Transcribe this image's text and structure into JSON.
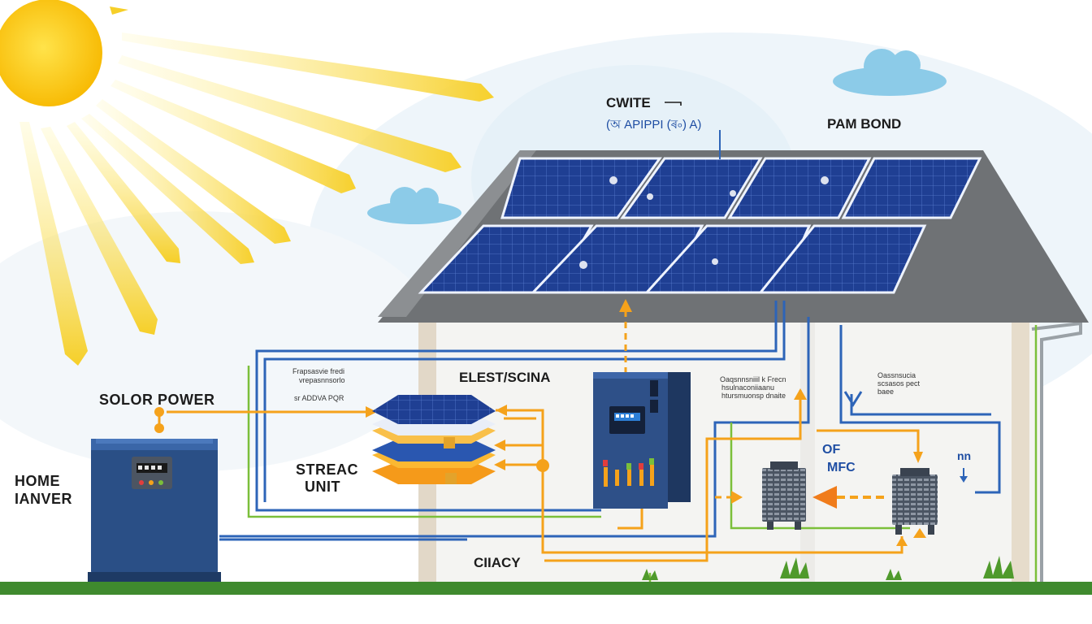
{
  "labels": {
    "solar_power": "SOLOR POWER",
    "home_inverter_line1": "HOME",
    "home_inverter_line2": "IANVER",
    "storage_line1": "STREAC",
    "storage_line2": "UNIT",
    "electronics": "ELEST/SCINA",
    "top_code": "CWITE",
    "top_code_sub": "(অ APIPPI (ৰ৹) A)",
    "roof_label": "PAM BOND",
    "bottom_label": "CIIACY",
    "of_label": "OF",
    "mfc_label": "MFC",
    "nn_label": "nn",
    "storage_note_line1": "Frapsasvie fredi",
    "storage_note_line2": "vrepasnnsorlo",
    "storage_note_line3": "sr ADDVA PQR",
    "inverter_note_line1": "Oaqsnnsniiil k Frecn",
    "inverter_note_line2": "hsulnaconiiaanu",
    "inverter_note_line3": "htursmuonsp dnaite",
    "right_note_line1": "Oassnsucia",
    "right_note_line2": "scsasos pect",
    "right_note_line3": "baee"
  },
  "colors": {
    "sun": "#fdc400",
    "ray": "#f7d23a",
    "panel": "#1d3f96",
    "roof": "#777a7d",
    "wire_blue": "#2d64b8",
    "wire_orange": "#f5a21b",
    "wire_green": "#7bbf3a",
    "cabinet": "#2a4f86",
    "ground": "#3f8a2e",
    "cloud": "#8ccbe8"
  }
}
